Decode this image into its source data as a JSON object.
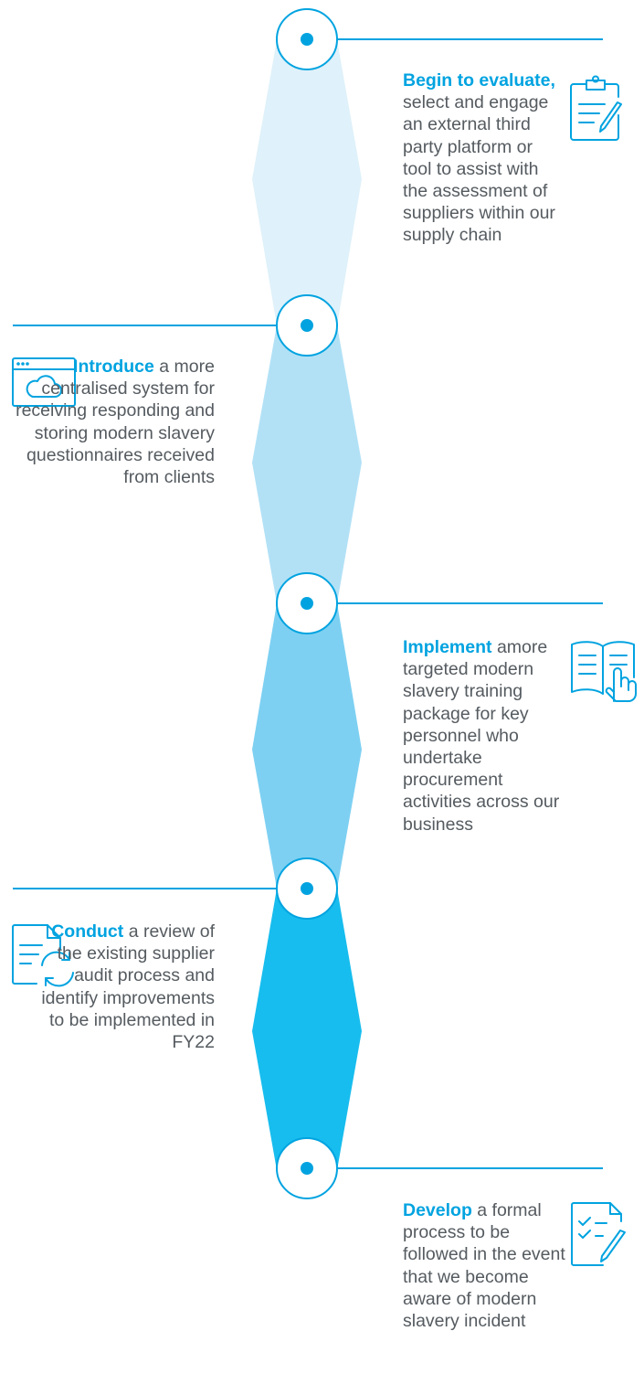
{
  "colors": {
    "accent": "#00a3e0",
    "text": "#555b60",
    "band_1": "#dff1fa",
    "band_2": "#b2e1f6",
    "band_3": "#7dd0f2",
    "band_4": "#17bdee"
  },
  "steps": [
    {
      "keyword": "Begin to evaluate,",
      "text": "select and engage an external third party platform or tool to assist with the assessment of suppliers within our supply chain",
      "icon": "clipboard-pencil-icon"
    },
    {
      "keyword": "Introduce",
      "text": "a more centralised system for receiving responding and storing modern slavery questionnaires received from clients",
      "icon": "browser-cloud-icon"
    },
    {
      "keyword": "Implement",
      "text": "amore targeted modern slavery training package for key personnel who undertake procurement activities across our business",
      "icon": "open-book-hand-icon"
    },
    {
      "keyword": "Conduct",
      "text": "a review of the existing supplier audit process and identify improvements to be implemented in FY22",
      "icon": "document-refresh-icon"
    },
    {
      "keyword": "Develop",
      "text": "a formal process to be followed in the event that we become aware of modern slavery incident",
      "icon": "checklist-pencil-icon"
    }
  ]
}
